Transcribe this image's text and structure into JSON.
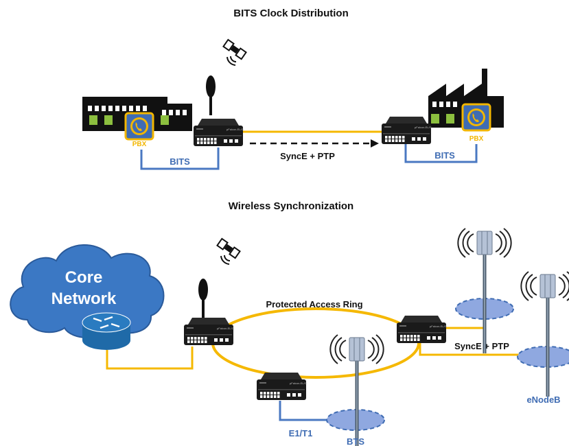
{
  "section1": {
    "title": "BITS Clock Distribution",
    "pbx_left_label": "PBX",
    "pbx_right_label": "PBX",
    "bits_left_label": "BITS",
    "bits_right_label": "BITS",
    "link_label": "SyncE + PTP"
  },
  "section2": {
    "title": "Wireless Synchronization",
    "cloud_line1": "Core",
    "cloud_line2": "Network",
    "ring_label": "Protected Access Ring",
    "link_label": "SyncE + PTP",
    "e1t1_label": "E1/T1",
    "bts_label": "BTS",
    "enodeb_label": "eNodeB"
  },
  "device_caption": "μFalcon-EL/G",
  "colors": {
    "link_yellow": "#f5b800",
    "link_blue": "#4a78c2",
    "label_blue": "#3f6cb3",
    "cloud_fill": "#3b78c4",
    "router_fill": "#2a7bc0",
    "base_ellipse": "#8fa8e0",
    "device_dark": "#1a1a1a",
    "pbx_gold": "#f2b600",
    "window_green": "#8cbf3f"
  },
  "icons": [
    "satellite-icon",
    "gps-antenna-icon",
    "phone-icon",
    "factory-icon",
    "building-icon",
    "cloud-icon",
    "router-icon",
    "cell-tower-icon"
  ]
}
